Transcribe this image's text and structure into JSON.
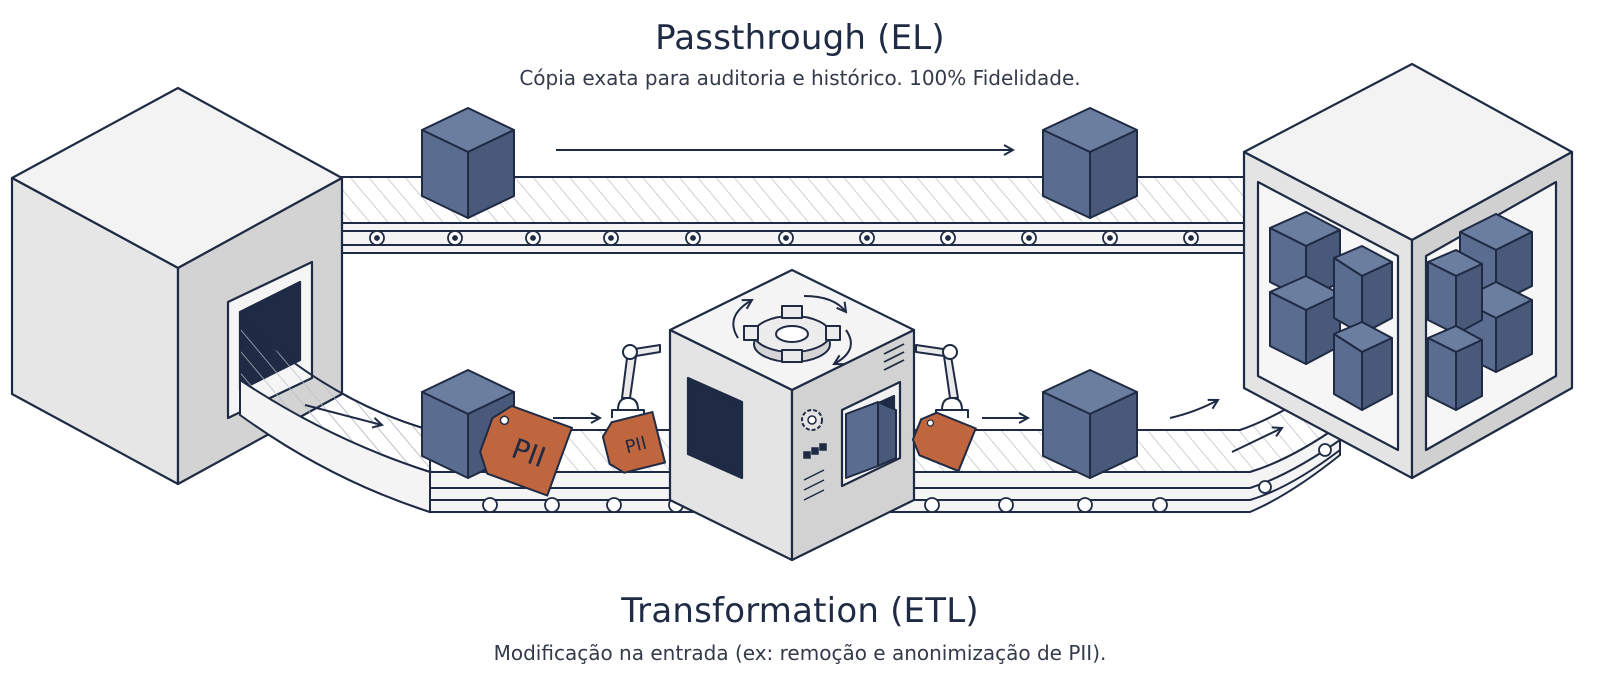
{
  "passthrough": {
    "title": "Passthrough (EL)",
    "subtitle": "Cópia exata para auditoria e histórico. 100% Fidelidade."
  },
  "transformation": {
    "title": "Transformation (ETL)",
    "subtitle": "Modificação na entrada (ex: remoção e anonimização de PII).",
    "tag_large": "PII",
    "tag_small": "PII"
  },
  "colors": {
    "cube": "#5a6d90",
    "cube_top": "#6c7ea0",
    "cube_side": "#48597a",
    "tag": "#c0663f",
    "outline": "#1f2a44",
    "box_light": "#f1f1f1",
    "box_mid": "#e0e0e0",
    "box_dark": "#cfcfcf"
  }
}
